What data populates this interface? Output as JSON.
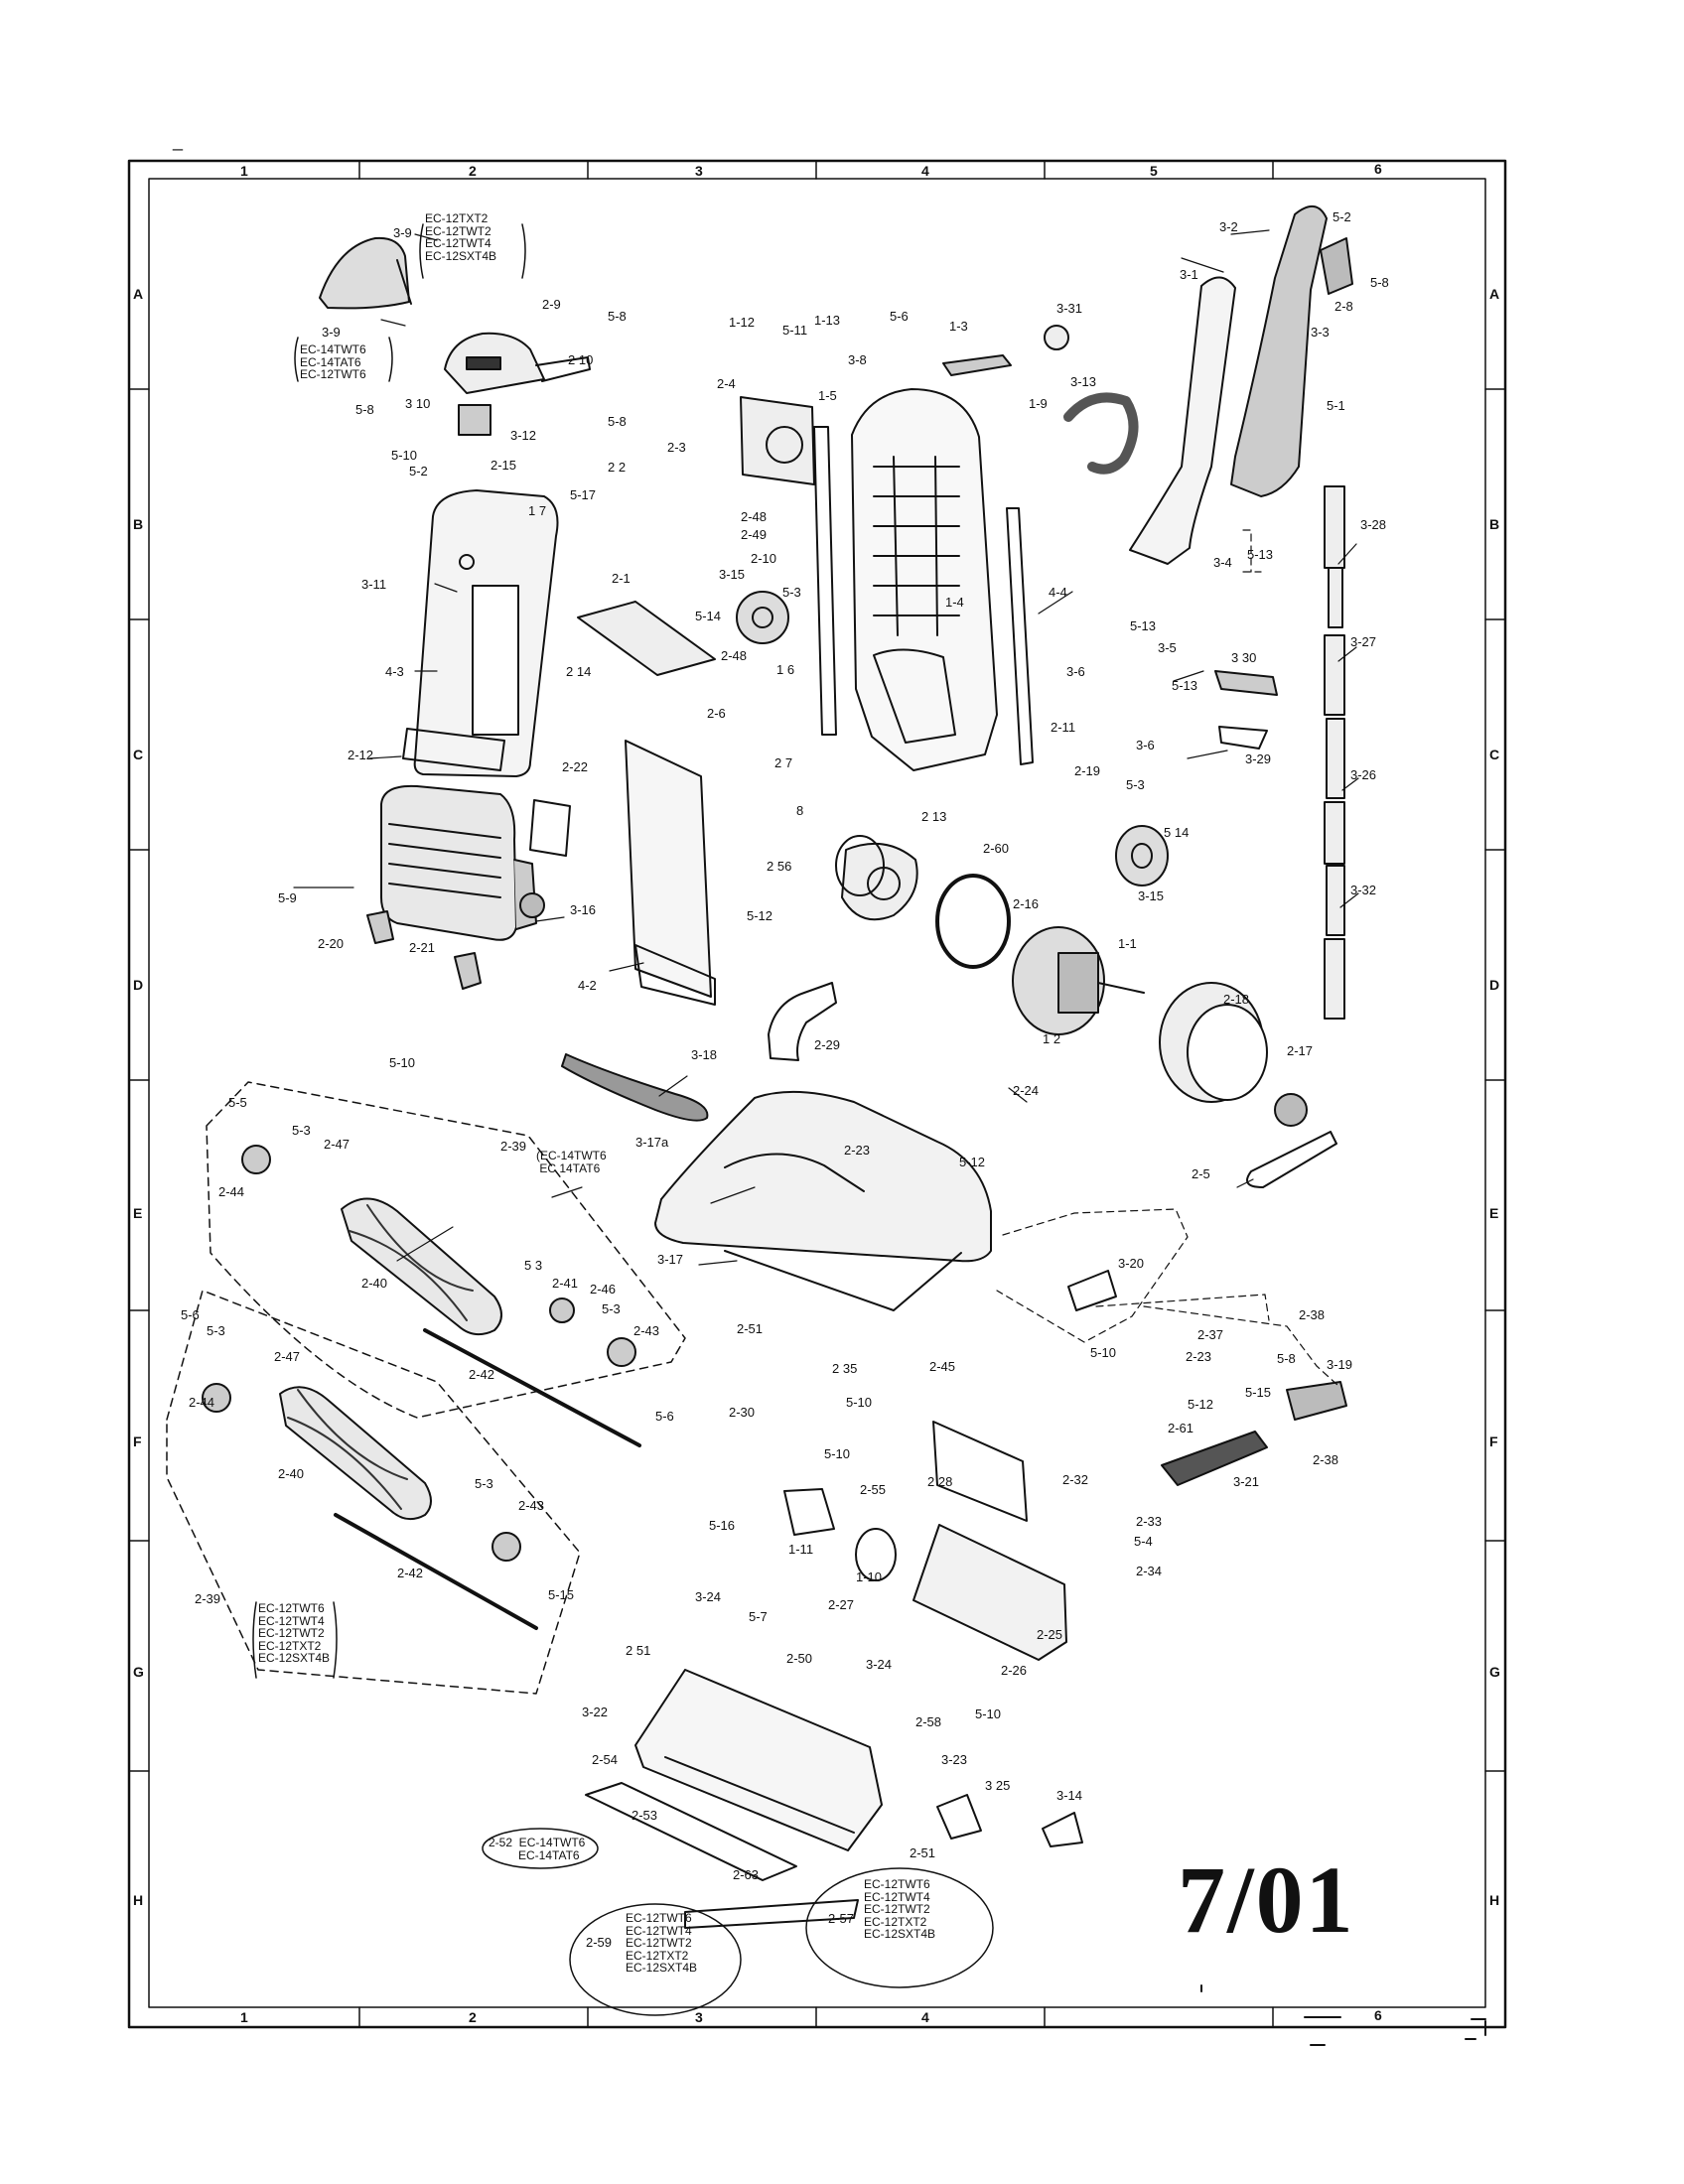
{
  "header_mark": "_",
  "grid": {
    "cols": [
      "1",
      "2",
      "3",
      "4",
      "5",
      "6"
    ],
    "rows": [
      "A",
      "B",
      "C",
      "D",
      "E",
      "F",
      "G",
      "H"
    ]
  },
  "date_stamp": "7/01",
  "callouts": [
    {
      "id": "c1",
      "text": "3-9"
    },
    {
      "id": "c2",
      "text": "2-9"
    },
    {
      "id": "c3",
      "text": "5-8"
    },
    {
      "id": "c4",
      "text": "3-9"
    },
    {
      "id": "c5",
      "text": "2 10"
    },
    {
      "id": "c6",
      "text": "5-8"
    },
    {
      "id": "c7",
      "text": "3 10"
    },
    {
      "id": "c8",
      "text": "3-12"
    },
    {
      "id": "c9",
      "text": "5-10"
    },
    {
      "id": "c10",
      "text": "5-2"
    },
    {
      "id": "c11",
      "text": "2-15"
    },
    {
      "id": "c12",
      "text": "3-11"
    },
    {
      "id": "c13",
      "text": "4-3"
    },
    {
      "id": "c14",
      "text": "2-12"
    },
    {
      "id": "c15",
      "text": "2-22"
    },
    {
      "id": "c16",
      "text": "5-9"
    },
    {
      "id": "c17",
      "text": "3-16"
    },
    {
      "id": "c18",
      "text": "2-20"
    },
    {
      "id": "c19",
      "text": "2-21"
    },
    {
      "id": "c20",
      "text": "4-2"
    },
    {
      "id": "c21",
      "text": "5-10"
    },
    {
      "id": "c22",
      "text": "3-18"
    },
    {
      "id": "c23",
      "text": "1-12"
    },
    {
      "id": "c24",
      "text": "5-11"
    },
    {
      "id": "c25",
      "text": "1-13"
    },
    {
      "id": "c26",
      "text": "5-6"
    },
    {
      "id": "c27",
      "text": "1-3"
    },
    {
      "id": "c28",
      "text": "3-31"
    },
    {
      "id": "c29",
      "text": "3-8"
    },
    {
      "id": "c30",
      "text": "3-13"
    },
    {
      "id": "c31",
      "text": "2-4"
    },
    {
      "id": "c32",
      "text": "1-5"
    },
    {
      "id": "c33",
      "text": "1-9"
    },
    {
      "id": "c34",
      "text": "5-8"
    },
    {
      "id": "c35",
      "text": "2-3"
    },
    {
      "id": "c36",
      "text": "2 2"
    },
    {
      "id": "c37",
      "text": "1 7"
    },
    {
      "id": "c38",
      "text": "5-17"
    },
    {
      "id": "c39",
      "text": "2-48"
    },
    {
      "id": "c40",
      "text": "2-49"
    },
    {
      "id": "c41",
      "text": "2-1"
    },
    {
      "id": "c42",
      "text": "2-10"
    },
    {
      "id": "c43",
      "text": "3-15"
    },
    {
      "id": "c44",
      "text": "5-3"
    },
    {
      "id": "c45",
      "text": "5-14"
    },
    {
      "id": "c46",
      "text": "1-4"
    },
    {
      "id": "c47",
      "text": "4-4"
    },
    {
      "id": "c48",
      "text": "2 14"
    },
    {
      "id": "c49",
      "text": "2-48"
    },
    {
      "id": "c50",
      "text": "1 6"
    },
    {
      "id": "c51",
      "text": "2-6"
    },
    {
      "id": "c52",
      "text": "2 7"
    },
    {
      "id": "c53",
      "text": "8"
    },
    {
      "id": "c54",
      "text": "2-11"
    },
    {
      "id": "c55",
      "text": "2-19"
    },
    {
      "id": "c56",
      "text": "2-60"
    },
    {
      "id": "c57",
      "text": "2 13"
    },
    {
      "id": "c58",
      "text": "2 56"
    },
    {
      "id": "c59",
      "text": "5-3"
    },
    {
      "id": "c60",
      "text": "5 14"
    },
    {
      "id": "c61",
      "text": "3-15"
    },
    {
      "id": "c62",
      "text": "2-16"
    },
    {
      "id": "c63",
      "text": "5-12"
    },
    {
      "id": "c64",
      "text": "1-1"
    },
    {
      "id": "c65",
      "text": "1 2"
    },
    {
      "id": "c66",
      "text": "2-18"
    },
    {
      "id": "c67",
      "text": "2-29"
    },
    {
      "id": "c68",
      "text": "2-17"
    },
    {
      "id": "c69",
      "text": "2-24"
    },
    {
      "id": "c70",
      "text": "2-23"
    },
    {
      "id": "c71",
      "text": "5-12"
    },
    {
      "id": "c72",
      "text": "2-5"
    },
    {
      "id": "c73",
      "text": "3-2"
    },
    {
      "id": "c74",
      "text": "5-2"
    },
    {
      "id": "c75",
      "text": "5-8"
    },
    {
      "id": "c76",
      "text": "3-1"
    },
    {
      "id": "c77",
      "text": "2-8"
    },
    {
      "id": "c78",
      "text": "3-3"
    },
    {
      "id": "c79",
      "text": "5-1"
    },
    {
      "id": "c80",
      "text": "3-28"
    },
    {
      "id": "c81",
      "text": "3-4"
    },
    {
      "id": "c82",
      "text": "5-13"
    },
    {
      "id": "c83",
      "text": "5-13"
    },
    {
      "id": "c84",
      "text": "3-5"
    },
    {
      "id": "c85",
      "text": "3-6"
    },
    {
      "id": "c86",
      "text": "5-13"
    },
    {
      "id": "c87",
      "text": "3 30"
    },
    {
      "id": "c88",
      "text": "3-27"
    },
    {
      "id": "c89",
      "text": "3-6"
    },
    {
      "id": "c90",
      "text": "3-29"
    },
    {
      "id": "c91",
      "text": "3-26"
    },
    {
      "id": "c92",
      "text": "3-32"
    },
    {
      "id": "c93",
      "text": "5-5"
    },
    {
      "id": "c94",
      "text": "5-3"
    },
    {
      "id": "c95",
      "text": "2-47"
    },
    {
      "id": "c96",
      "text": "2-44"
    },
    {
      "id": "c97",
      "text": "2-39"
    },
    {
      "id": "c98",
      "text": "3-17a"
    },
    {
      "id": "c99",
      "text": "3-17"
    },
    {
      "id": "c100",
      "text": "2-40"
    },
    {
      "id": "c101",
      "text": "5 3"
    },
    {
      "id": "c102",
      "text": "2-41"
    },
    {
      "id": "c103",
      "text": "2-46"
    },
    {
      "id": "c104",
      "text": "5-3"
    },
    {
      "id": "c105",
      "text": "2-43"
    },
    {
      "id": "c106",
      "text": "2-42"
    },
    {
      "id": "c107",
      "text": "5-6"
    },
    {
      "id": "c108",
      "text": "5-6"
    },
    {
      "id": "c109",
      "text": "5-3"
    },
    {
      "id": "c110",
      "text": "2-47"
    },
    {
      "id": "c111",
      "text": "2-44"
    },
    {
      "id": "c112",
      "text": "2-40"
    },
    {
      "id": "c113",
      "text": "5-3"
    },
    {
      "id": "c114",
      "text": "2-43"
    },
    {
      "id": "c115",
      "text": "2-42"
    },
    {
      "id": "c116",
      "text": "5-15"
    },
    {
      "id": "c117",
      "text": "2-39"
    },
    {
      "id": "c118",
      "text": "2-51"
    },
    {
      "id": "c119",
      "text": "2 35"
    },
    {
      "id": "c120",
      "text": "2-45"
    },
    {
      "id": "c121",
      "text": "2-30"
    },
    {
      "id": "c122",
      "text": "5-10"
    },
    {
      "id": "c123",
      "text": "5-10"
    },
    {
      "id": "c124",
      "text": "2-55"
    },
    {
      "id": "c125",
      "text": "2 28"
    },
    {
      "id": "c126",
      "text": "2-32"
    },
    {
      "id": "c127",
      "text": "5-16"
    },
    {
      "id": "c128",
      "text": "1-11"
    },
    {
      "id": "c129",
      "text": "1-10"
    },
    {
      "id": "c130",
      "text": "2-33"
    },
    {
      "id": "c131",
      "text": "5-4"
    },
    {
      "id": "c132",
      "text": "2-34"
    },
    {
      "id": "c133",
      "text": "3-20"
    },
    {
      "id": "c134",
      "text": "2-38"
    },
    {
      "id": "c135",
      "text": "2-37"
    },
    {
      "id": "c136",
      "text": "5-8"
    },
    {
      "id": "c137",
      "text": "5-10"
    },
    {
      "id": "c138",
      "text": "2-23"
    },
    {
      "id": "c139",
      "text": "3-19"
    },
    {
      "id": "c140",
      "text": "5-15"
    },
    {
      "id": "c141",
      "text": "5-12"
    },
    {
      "id": "c142",
      "text": "2-61"
    },
    {
      "id": "c143",
      "text": "2-38"
    },
    {
      "id": "c144",
      "text": "3-21"
    },
    {
      "id": "c145",
      "text": "2-27"
    },
    {
      "id": "c146",
      "text": "2-25"
    },
    {
      "id": "c147",
      "text": "3-24"
    },
    {
      "id": "c148",
      "text": "5-7"
    },
    {
      "id": "c149",
      "text": "2-50"
    },
    {
      "id": "c150",
      "text": "3-24"
    },
    {
      "id": "c151",
      "text": "2-26"
    },
    {
      "id": "c152",
      "text": "5-10"
    },
    {
      "id": "c153",
      "text": "2 51"
    },
    {
      "id": "c154",
      "text": "3-22"
    },
    {
      "id": "c155",
      "text": "2-58"
    },
    {
      "id": "c156",
      "text": "3-23"
    },
    {
      "id": "c157",
      "text": "2-54"
    },
    {
      "id": "c158",
      "text": "3 25"
    },
    {
      "id": "c159",
      "text": "3-14"
    },
    {
      "id": "c160",
      "text": "2-53"
    },
    {
      "id": "c161",
      "text": "2-51"
    },
    {
      "id": "c162",
      "text": "2-63"
    },
    {
      "id": "c163",
      "text": "2-59"
    },
    {
      "id": "c164",
      "text": "2-57"
    }
  ],
  "notes": {
    "n_top": "EC-12TXT2\nEC-12TWT2\nEC-12TWT4\nEC-12SXT4B",
    "n_cover": "EC-14TWT6\nEC-14TAT6\nEC-12TWT6",
    "n_239a": "(EC-14TWT6\n EC 14TAT6",
    "n_239b": "EC-12TWT6\nEC-12TWT4\nEC-12TWT2\nEC-12TXT2\nEC-12SXT4B",
    "n_252": "2-52  EC-14TWT6\n         EC-14TAT6",
    "n_259": "EC-12TWT6\nEC-12TWT4\nEC-12TWT2\nEC-12TXT2\nEC-12SXT4B",
    "n_257": "EC-12TWT6\nEC-12TWT4\nEC-12TWT2\nEC-12TXT2\nEC-12SXT4B"
  }
}
